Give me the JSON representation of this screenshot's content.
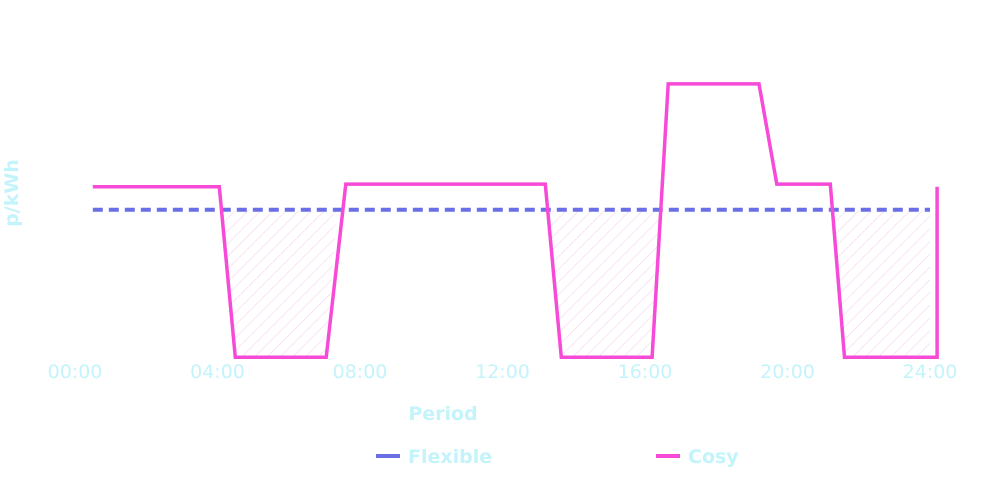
{
  "chart_data": {
    "type": "line",
    "xlabel": "Period",
    "ylabel": "p/kWh",
    "x_ticks": [
      "00:00",
      "04:00",
      "08:00",
      "12:00",
      "16:00",
      "20:00",
      "24:00"
    ],
    "xlim": [
      0,
      24
    ],
    "ylim": [
      10,
      40
    ],
    "grid": false,
    "legend_position": "bottom",
    "series": [
      {
        "name": "Flexible",
        "color": "#6a6fe6",
        "dash": true,
        "x": [
          0.5,
          24
        ],
        "y": [
          24.5,
          24.5
        ]
      },
      {
        "name": "Cosy",
        "color": "#f64ad7",
        "dash": false,
        "x": [
          0.5,
          4.05,
          4.5,
          7.05,
          7.6,
          13.2,
          13.65,
          16.2,
          16.65,
          19.2,
          19.7,
          21.2,
          21.6,
          24.2,
          24.2
        ],
        "y": [
          26.2,
          26.2,
          13.6,
          13.6,
          26.4,
          26.4,
          13.6,
          13.6,
          33.8,
          33.8,
          26.4,
          26.4,
          13.6,
          13.6,
          26.2
        ]
      }
    ],
    "shaded_regions": [
      {
        "x": [
          4.05,
          4.5,
          7.05,
          7.35
        ]
      },
      {
        "x": [
          13.2,
          13.65,
          16.2,
          16.45
        ]
      },
      {
        "x": [
          21.2,
          21.6,
          24.0,
          24.0
        ]
      }
    ]
  }
}
